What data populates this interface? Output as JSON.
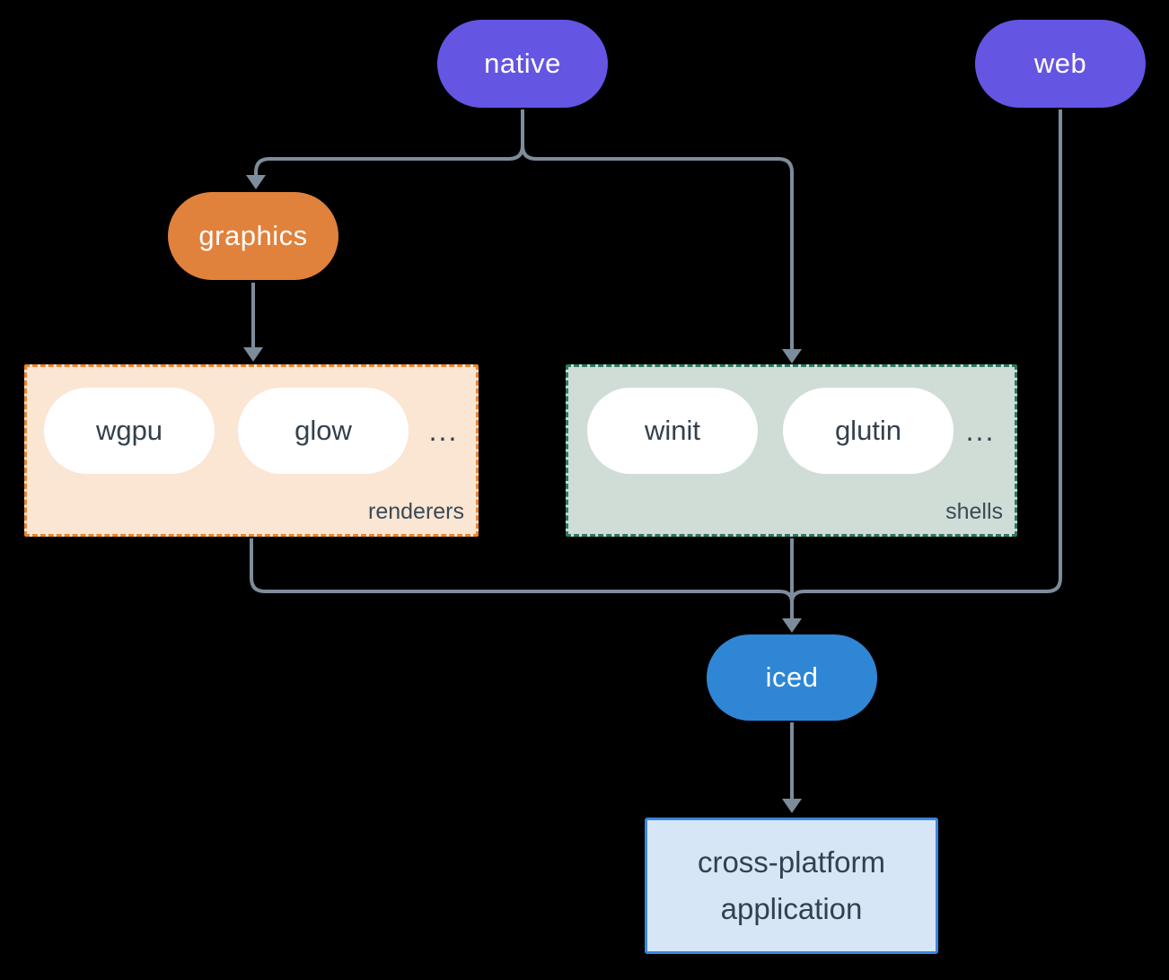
{
  "diagram": {
    "nodes": {
      "native": {
        "label": "native"
      },
      "web": {
        "label": "web"
      },
      "graphics": {
        "label": "graphics"
      },
      "iced": {
        "label": "iced"
      },
      "application": {
        "line1": "cross-platform",
        "line2": "application"
      }
    },
    "groups": {
      "renderers": {
        "label": "renderers",
        "items": [
          "wgpu",
          "glow"
        ],
        "more": "..."
      },
      "shells": {
        "label": "shells",
        "items": [
          "winit",
          "glutin"
        ],
        "more": "..."
      }
    },
    "colors": {
      "background": "#000000",
      "purple": "#6455e2",
      "orange": "#e0813c",
      "blue": "#2f86d4",
      "renderers_fill": "#fbe5d3",
      "renderers_border": "#ea862e",
      "shells_fill": "#d0ddd6",
      "shells_border": "#2c7a66",
      "app_fill": "#d7e6f6",
      "app_border": "#3a87dd",
      "arrow": "#7d8c9b",
      "dark_text": "#33414e",
      "light_text": "#ffffff"
    }
  }
}
